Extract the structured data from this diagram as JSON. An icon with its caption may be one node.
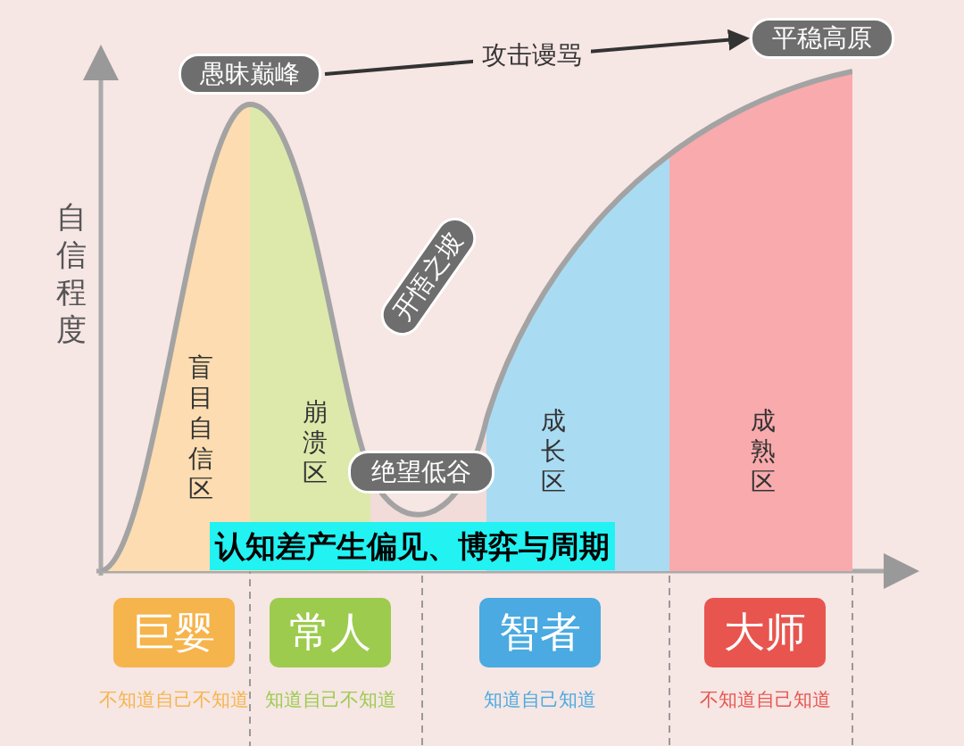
{
  "diagram": {
    "title": "认知差产生偏见、博弈与周期",
    "nodes": [
      {
        "text": [
          "愚昧巅峰"
        ]
      },
      {
        "text": [
          "平稳高原"
        ]
      },
      {
        "text": [
          "开悟之坡"
        ]
      },
      {
        "text": [
          "盲目自信区"
        ]
      },
      {
        "text": [
          "崩溃区"
        ]
      },
      {
        "text": [
          "绝望低谷"
        ]
      },
      {
        "text": [
          "成长区"
        ]
      },
      {
        "text": [
          "成熟区"
        ]
      },
      {
        "text": [
          "巨婴"
        ],
        "beside": [
          "不知道自己不知道"
        ]
      },
      {
        "text": [
          "常人"
        ],
        "beside": [
          "知道自己不知道"
        ]
      },
      {
        "text": [
          "智者"
        ],
        "beside": [
          "知道自己知道"
        ]
      },
      {
        "text": [
          "大师"
        ],
        "beside": [
          "不知道自己知道"
        ]
      }
    ],
    "edges": [
      {
        "from": 0,
        "to": 1,
        "arrow": "to",
        "label": "攻击谩骂"
      }
    ],
    "labels": [
      "自信程度"
    ]
  }
}
